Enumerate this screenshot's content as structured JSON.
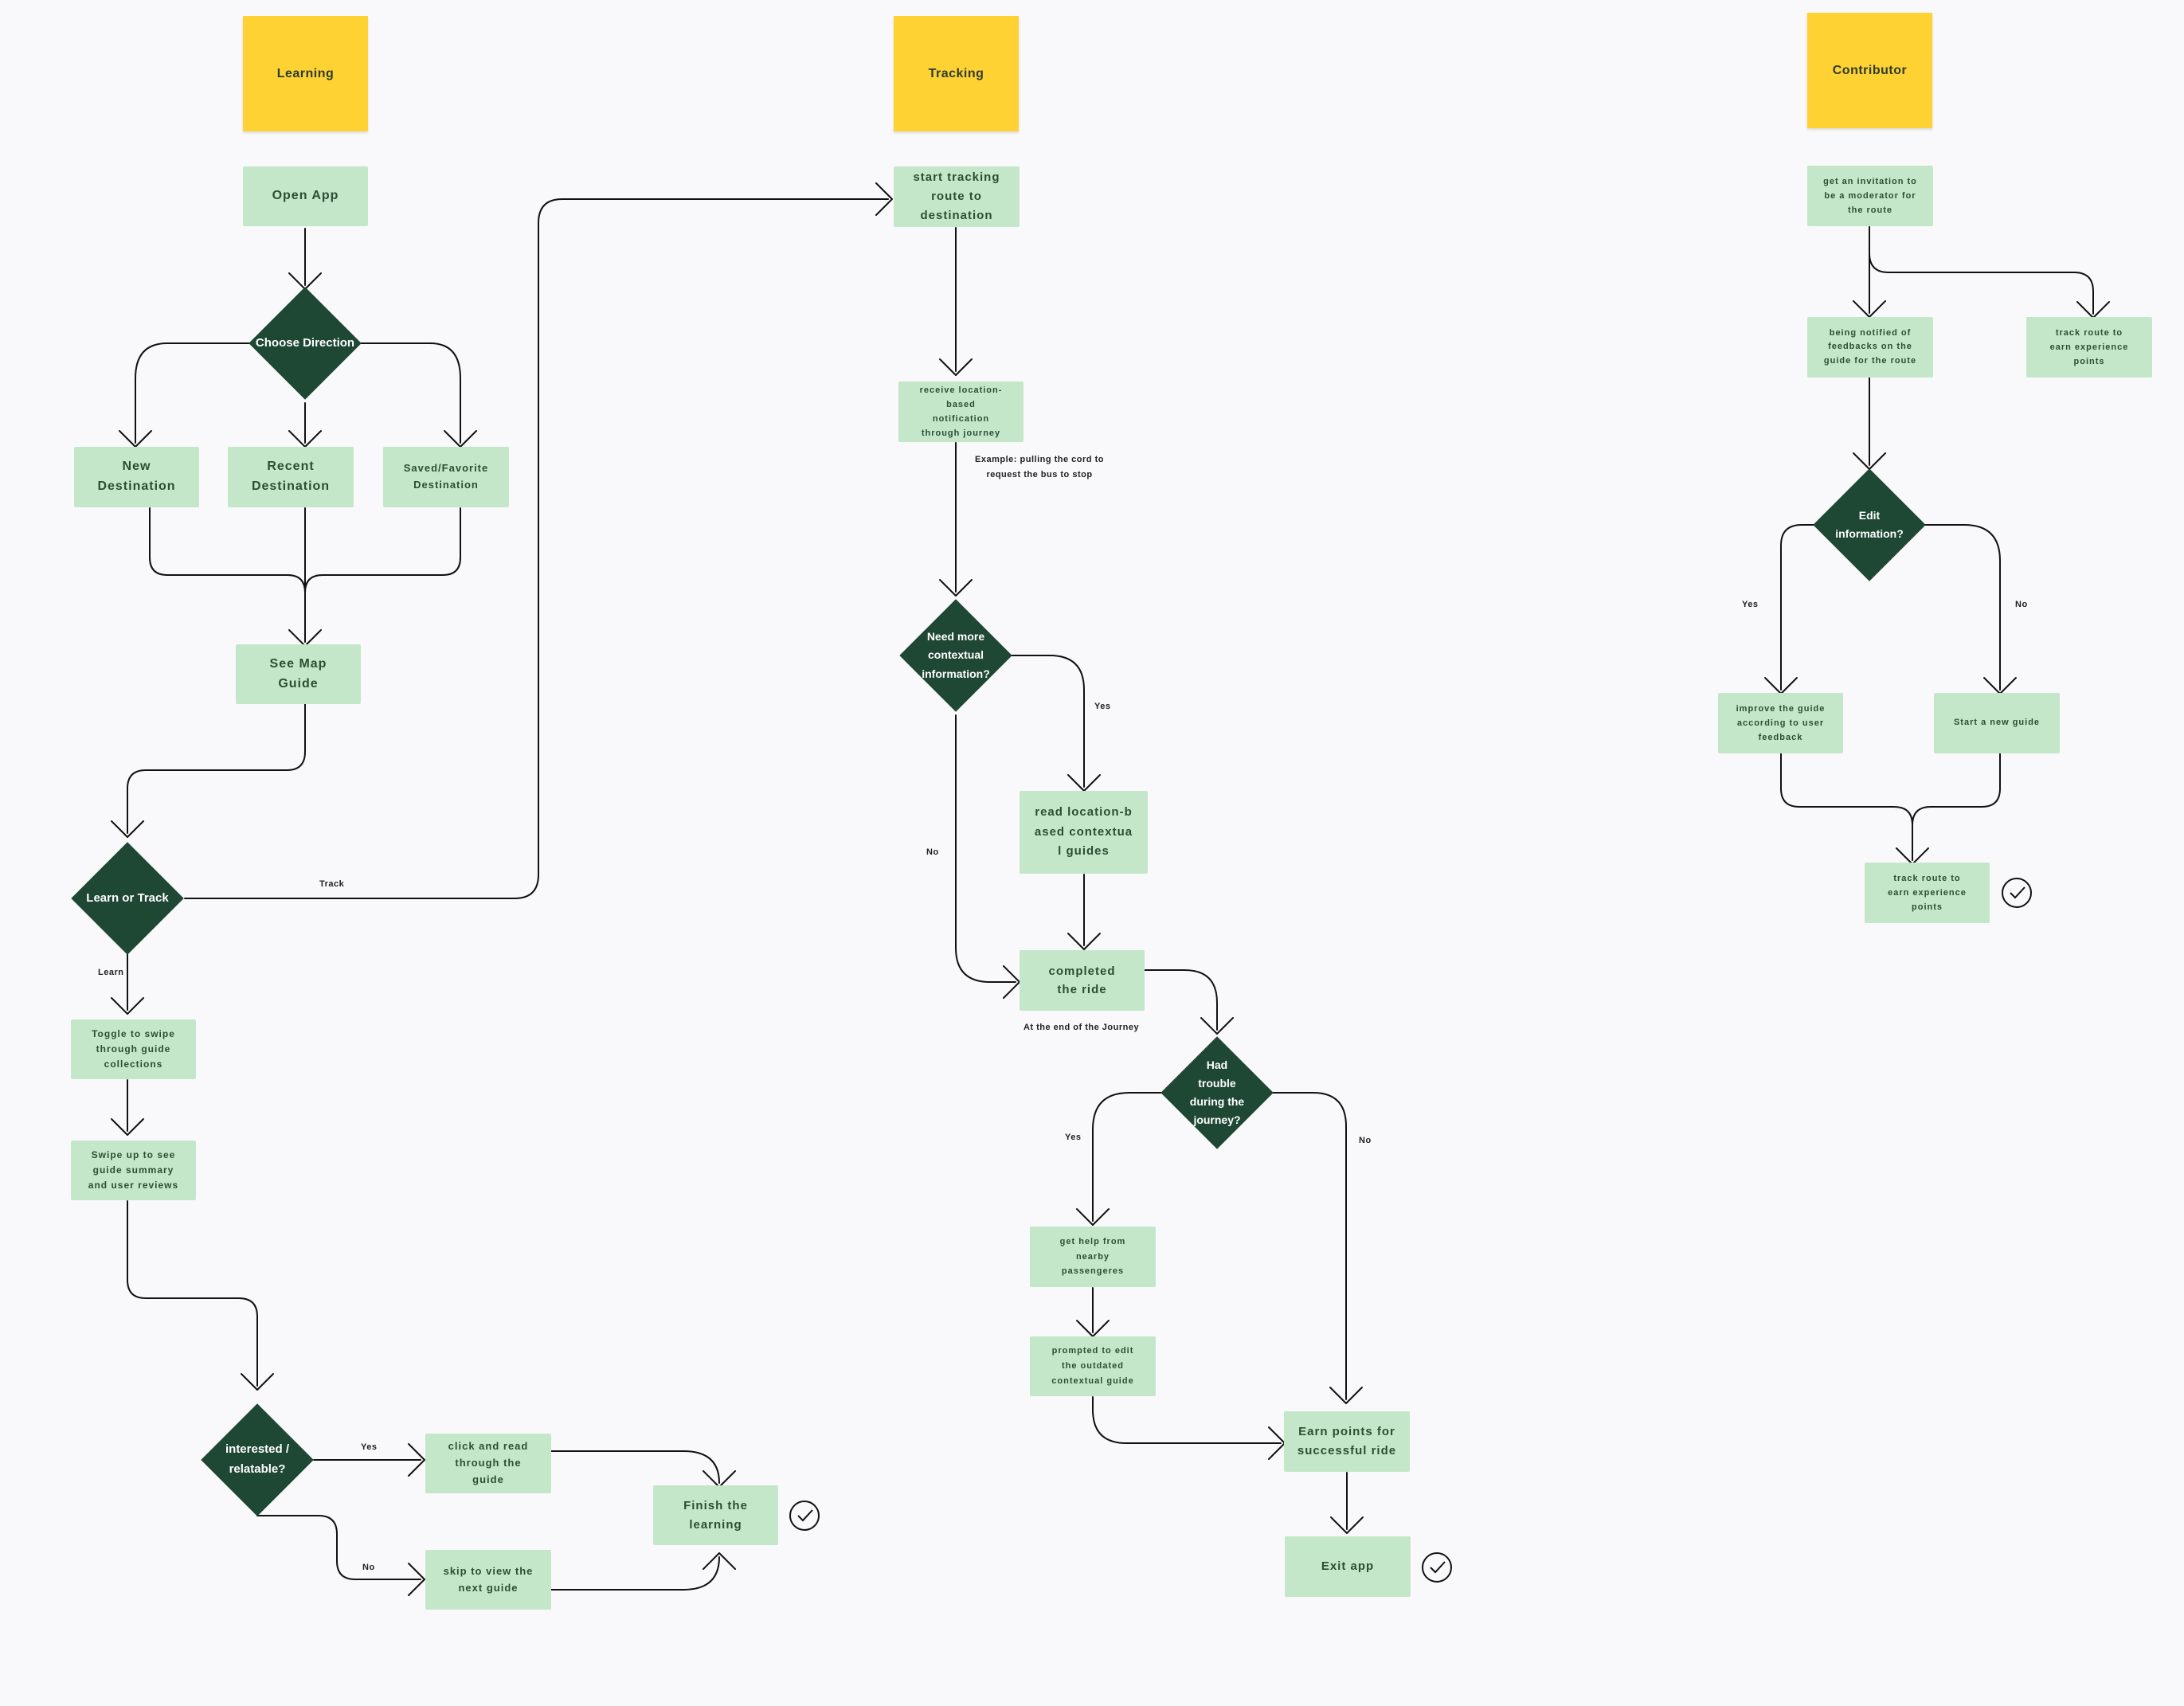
{
  "columns": {
    "learning": "Learning",
    "tracking": "Tracking",
    "contributor": "Contributor"
  },
  "nodes": {
    "open_app": "Open App",
    "choose_direction": "Choose Direction",
    "new_destination": "New Destination",
    "recent_destination": "Recent Destination",
    "saved_destination": "Saved/Favorite Destination",
    "see_map_guide": "See Map Guide",
    "learn_or_track": "Learn or Track",
    "toggle_swipe": "Toggle to swipe through guide collections",
    "swipe_up": "Swipe up to see guide summary and user reviews",
    "interested": "interested / relatable?",
    "click_read": "click and read through the guide",
    "skip_view": "skip to view the next guide",
    "finish_learning": "Finish the learning",
    "start_tracking": "start tracking route to destination",
    "receive_notification": "receive location-based notification through journey",
    "need_more_info": "Need more contextual information?",
    "read_guides": "read location-based contextual guides",
    "completed_ride": "completed the ride",
    "had_trouble": "Had trouble during the journey?",
    "get_help": "get help from nearby passengeres",
    "prompted_edit": "prompted to edit the outdated contextual guide",
    "earn_points": "Earn points for successful ride",
    "exit_app": "Exit app",
    "get_invitation": "get an invitation to be a moderator for the route",
    "being_notified": "being notified of feedbacks on the guide for the route",
    "track_route_top": "track route to earn experience points",
    "edit_information": "Edit information?",
    "improve_guide": "improve the guide according to user feedback",
    "start_new_guide": "Start a new guide",
    "track_route_bottom": "track route to earn experience points"
  },
  "edge_labels": {
    "track": "Track",
    "learn": "Learn",
    "yes_interested": "Yes",
    "no_interested": "No",
    "yes_need_info": "Yes",
    "no_need_info": "No",
    "yes_trouble": "Yes",
    "no_trouble": "No",
    "yes_edit": "Yes",
    "no_edit": "No"
  },
  "notes": {
    "example": "Example: pulling the cord to request the bus to stop",
    "end_of_journey": "At the end of the Journey"
  },
  "colors": {
    "sticky": "#ffd234",
    "box": "#c5e7c9",
    "box_text": "#2b4d33",
    "diamond": "#1e4734",
    "line": "#111111"
  }
}
